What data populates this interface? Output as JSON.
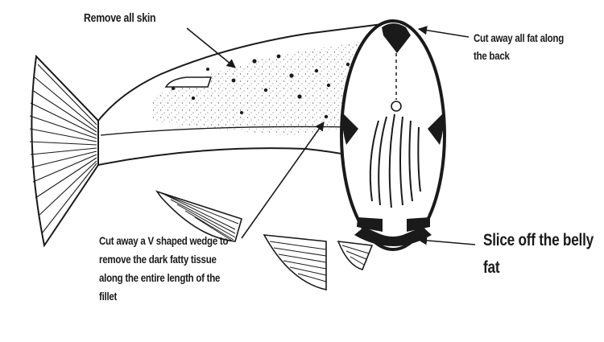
{
  "labels": {
    "remove_skin": "Remove all skin",
    "back_fat": [
      "Cut away all fat along",
      "the back"
    ],
    "belly_fat": [
      "Slice off the belly",
      "fat"
    ],
    "v_wedge": [
      "Cut away a V shaped wedge to",
      "remove the dark fatty tissue",
      "along the entire length of the",
      "fillet"
    ]
  },
  "colors": {
    "ink": "#1a1a1a",
    "background": "#ffffff"
  }
}
